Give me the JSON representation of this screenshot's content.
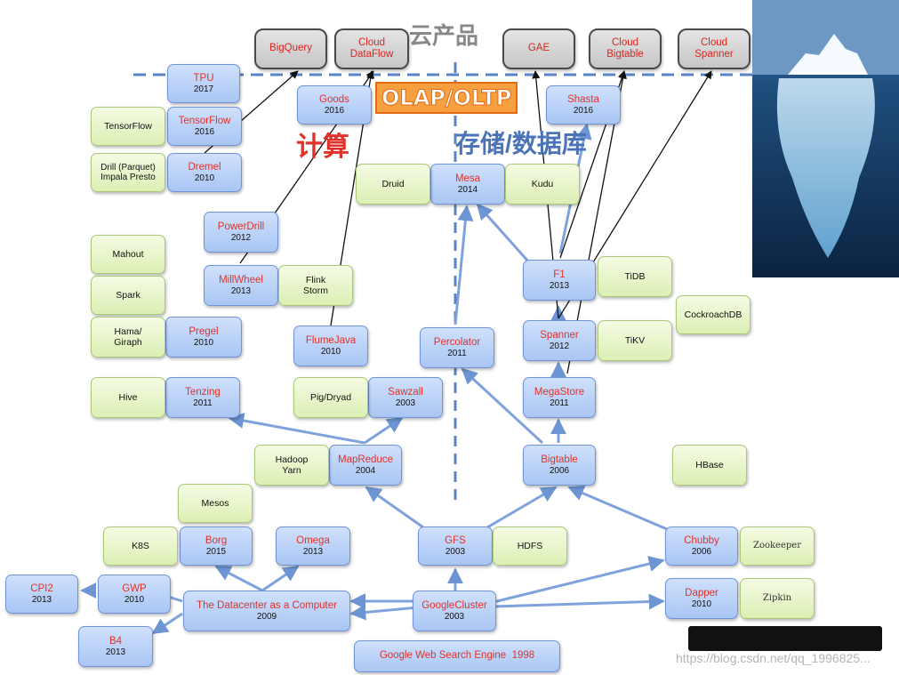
{
  "header": {
    "cloud_products": "云产品"
  },
  "banner": {
    "olap": "OLAP/OLTP"
  },
  "sections": {
    "compute": "计算",
    "storage": "存储/数据库"
  },
  "watermark": "https://blog.csdn.net/qq_1996825...",
  "cloud": {
    "bigquery": "BigQuery",
    "dataflow": "Cloud\nDataFlow",
    "gae": "GAE",
    "bigtable": "Cloud\nBigtable",
    "spanner": "Cloud\nSpanner"
  },
  "google": {
    "tpu": {
      "name": "TPU",
      "year": "2017"
    },
    "tensorflow": {
      "name": "TensorFlow",
      "year": "2016"
    },
    "dremel": {
      "name": "Dremel",
      "year": "2010"
    },
    "goods": {
      "name": "Goods",
      "year": "2016"
    },
    "shasta": {
      "name": "Shasta",
      "year": "2016"
    },
    "mesa": {
      "name": "Mesa",
      "year": "2014"
    },
    "powerdrill": {
      "name": "PowerDrill",
      "year": "2012"
    },
    "millwheel": {
      "name": "MillWheel",
      "year": "2013"
    },
    "pregel": {
      "name": "Pregel",
      "year": "2010"
    },
    "flumejava": {
      "name": "FlumeJava",
      "year": "2010"
    },
    "percolator": {
      "name": "Percolator",
      "year": "2011"
    },
    "f1": {
      "name": "F1",
      "year": "2013"
    },
    "spanner": {
      "name": "Spanner",
      "year": "2012"
    },
    "tenzing": {
      "name": "Tenzing",
      "year": "2011"
    },
    "sawzall": {
      "name": "Sawzall",
      "year": "2003"
    },
    "megastore": {
      "name": "MegaStore",
      "year": "2011"
    },
    "mapreduce": {
      "name": "MapReduce",
      "year": "2004"
    },
    "bigtable": {
      "name": "Bigtable",
      "year": "2006"
    },
    "borg": {
      "name": "Borg",
      "year": "2015"
    },
    "omega": {
      "name": "Omega",
      "year": "2013"
    },
    "gfs": {
      "name": "GFS",
      "year": "2003"
    },
    "chubby": {
      "name": "Chubby",
      "year": "2006"
    },
    "cpi2": {
      "name": "CPI2",
      "year": "2013"
    },
    "gwp": {
      "name": "GWP",
      "year": "2010"
    },
    "datacenter": {
      "name": "The Datacenter as a Computer",
      "year": "2009"
    },
    "googlecluster": {
      "name": "GoogleCluster",
      "year": "2003"
    },
    "dapper": {
      "name": "Dapper",
      "year": "2010"
    },
    "b4": {
      "name": "B4",
      "year": "2013"
    },
    "websearch": {
      "name": "Google Web Search Engine  1998"
    }
  },
  "oss": {
    "tensorflow": "TensorFlow",
    "drill": "Drill (Parquet)\nImpala Presto",
    "druid": "Druid",
    "kudu": "Kudu",
    "mahout": "Mahout",
    "spark": "Spark",
    "flink": "Flink\nStorm",
    "hama": "Hama/\nGiraph",
    "tidb": "TiDB",
    "cockroachdb": "CockroachDB",
    "tikv": "TiKV",
    "hive": "Hive",
    "pigdryad": "Pig/Dryad",
    "hadoop": "Hadoop\nYarn",
    "hbase": "HBase",
    "mesos": "Mesos",
    "k8s": "K8S",
    "hdfs": "HDFS",
    "zookeeper": "Zookeeper",
    "zipkin": "Zipkin"
  }
}
